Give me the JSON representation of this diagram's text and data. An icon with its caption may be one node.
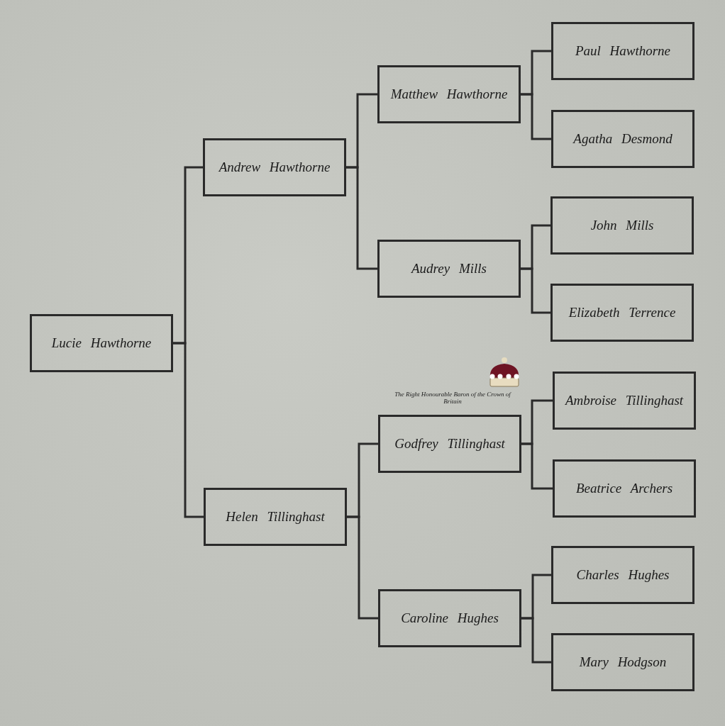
{
  "diagram": {
    "nodes": [
      {
        "text": [
          "Lucie Hawthorne"
        ]
      },
      {
        "text": [
          "Andrew Hawthorne"
        ]
      },
      {
        "text": [
          "Helen Tillinghast"
        ]
      },
      {
        "text": [
          "Matthew Hawthorne"
        ]
      },
      {
        "text": [
          "Audrey Mills"
        ]
      },
      {
        "text": [
          "Godfrey Tillinghast"
        ],
        "beside": [
          "The Right Honourable Baron of the Crown of Britain"
        ]
      },
      {
        "text": [
          "Caroline Hughes"
        ]
      },
      {
        "text": [
          "Paul Hawthorne"
        ]
      },
      {
        "text": [
          "Agatha Desmond"
        ]
      },
      {
        "text": [
          "John Mills"
        ]
      },
      {
        "text": [
          "Elizabeth Terrence"
        ]
      },
      {
        "text": [
          "Ambroise Tillinghast"
        ]
      },
      {
        "text": [
          "Beatrice Archers"
        ]
      },
      {
        "text": [
          "Charles Hughes"
        ]
      },
      {
        "text": [
          "Mary Hodgson"
        ]
      }
    ],
    "edges": [
      {
        "from": 0,
        "to": 1,
        "arrow": "none"
      },
      {
        "from": 0,
        "to": 2,
        "arrow": "none"
      },
      {
        "from": 1,
        "to": 3,
        "arrow": "none"
      },
      {
        "from": 1,
        "to": 4,
        "arrow": "none"
      },
      {
        "from": 2,
        "to": 5,
        "arrow": "none"
      },
      {
        "from": 2,
        "to": 6,
        "arrow": "none"
      },
      {
        "from": 3,
        "to": 7,
        "arrow": "none"
      },
      {
        "from": 3,
        "to": 8,
        "arrow": "none"
      },
      {
        "from": 4,
        "to": 9,
        "arrow": "none"
      },
      {
        "from": 4,
        "to": 10,
        "arrow": "none"
      },
      {
        "from": 5,
        "to": 11,
        "arrow": "none"
      },
      {
        "from": 5,
        "to": 12,
        "arrow": "none"
      },
      {
        "from": 6,
        "to": 13,
        "arrow": "none"
      },
      {
        "from": 6,
        "to": 14,
        "arrow": "none"
      }
    ]
  }
}
